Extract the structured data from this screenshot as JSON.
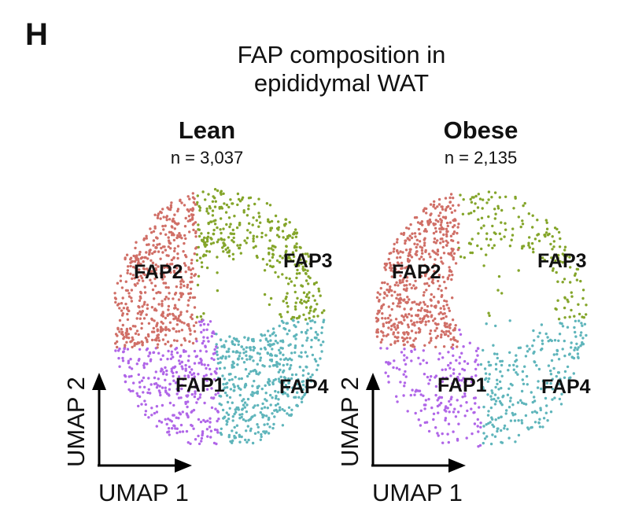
{
  "panel_letter": "H",
  "title_line1": "FAP composition in",
  "title_line2": "epididymal WAT",
  "colors": {
    "FAP1": "#b066e8",
    "FAP2": "#d06f67",
    "FAP3": "#84a52a",
    "FAP4": "#5fb5bb"
  },
  "chart_data": {
    "type": "scatter",
    "xlabel": "UMAP 1",
    "ylabel": "UMAP 2",
    "groups": [
      {
        "title": "Lean",
        "n_label": "n = 3,037",
        "clusters": [
          {
            "name": "FAP1",
            "fraction": 0.22
          },
          {
            "name": "FAP2",
            "fraction": 0.3
          },
          {
            "name": "FAP3",
            "fraction": 0.22
          },
          {
            "name": "FAP4",
            "fraction": 0.26
          }
        ]
      },
      {
        "title": "Obese",
        "n_label": "n = 2,135",
        "clusters": [
          {
            "name": "FAP1",
            "fraction": 0.2
          },
          {
            "name": "FAP2",
            "fraction": 0.42
          },
          {
            "name": "FAP3",
            "fraction": 0.18
          },
          {
            "name": "FAP4",
            "fraction": 0.2
          }
        ]
      }
    ]
  }
}
